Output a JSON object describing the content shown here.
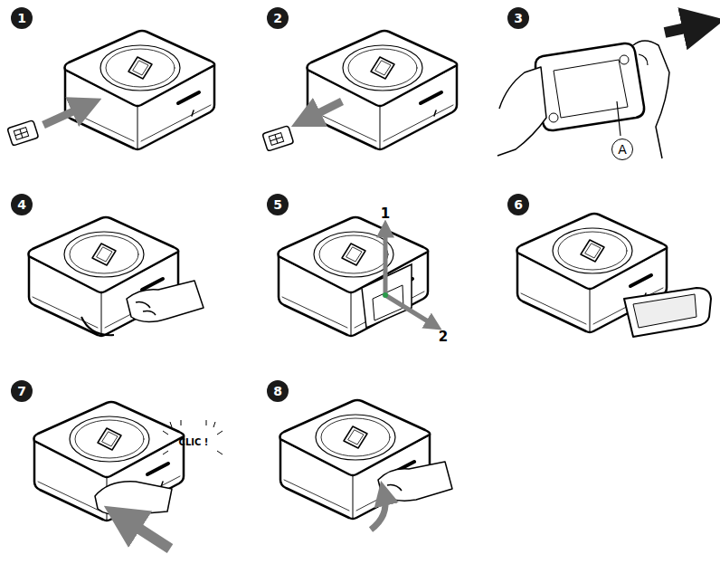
{
  "diagram": {
    "nodes": [
      {
        "text": [
          "1"
        ]
      },
      {
        "text": [
          "2"
        ]
      },
      {
        "text": [
          "3"
        ]
      },
      {
        "text": [
          "4"
        ]
      },
      {
        "text": [
          "5"
        ]
      },
      {
        "text": [
          "6"
        ]
      },
      {
        "text": [
          "7"
        ]
      },
      {
        "text": [
          "8"
        ]
      },
      {
        "text": [
          "A"
        ]
      }
    ],
    "labels": [
      "1",
      "2",
      "CLIC !"
    ]
  }
}
